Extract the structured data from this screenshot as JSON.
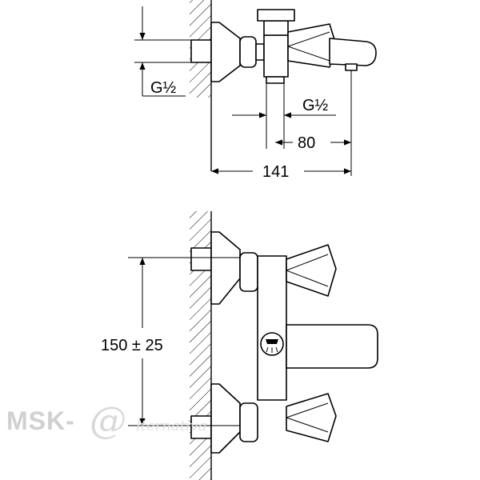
{
  "labels": {
    "thread_top_left": "G½",
    "thread_top_right": "G½",
    "dim_outlet_projection": "80",
    "dim_total_projection": "141",
    "dim_inlet_spacing": "150 ± 25"
  },
  "watermark": {
    "brand": "MSK-",
    "at": "@",
    "sub": "lternativa"
  },
  "icons": {
    "diverter": "shower-head-icon",
    "dimension_arrows": "arrow-icon"
  }
}
